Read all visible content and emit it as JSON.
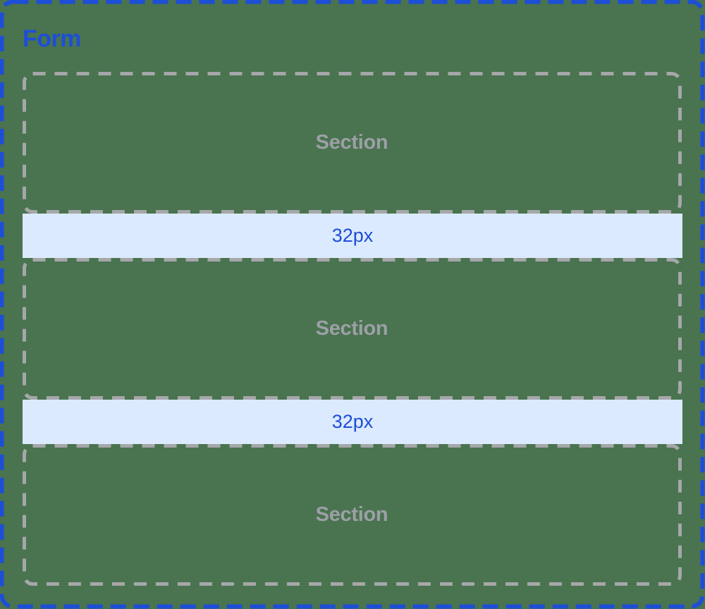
{
  "form": {
    "label": "Form"
  },
  "sections": [
    {
      "label": "Section"
    },
    {
      "label": "Section"
    },
    {
      "label": "Section"
    }
  ],
  "spacers": [
    {
      "label": "32px"
    },
    {
      "label": "32px"
    }
  ],
  "colors": {
    "background": "#4a7350",
    "form_border": "#1d4ed8",
    "form_label": "#1d4ed8",
    "section_border": "#a5a7a9",
    "section_label": "#9ca0a5",
    "spacer_fill": "#dbeafe",
    "spacer_label": "#1d4ed8"
  }
}
